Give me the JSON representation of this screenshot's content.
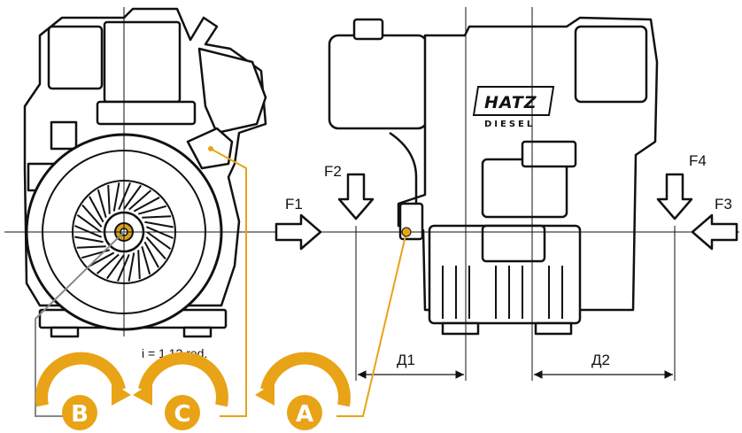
{
  "forces": {
    "f1": "F1",
    "f2": "F2",
    "f3": "F3",
    "f4": "F4"
  },
  "dimensions": {
    "d1": "Д1",
    "d2": "Д2"
  },
  "ratio_label": "i = 1.12 red.",
  "badges": {
    "b": "B",
    "c": "C",
    "a": "A"
  },
  "logo": {
    "brand": "HATZ",
    "sub": "DIESEL"
  },
  "colors": {
    "accent": "#E8A317",
    "line": "#111111",
    "leader_gray": "#888888"
  }
}
